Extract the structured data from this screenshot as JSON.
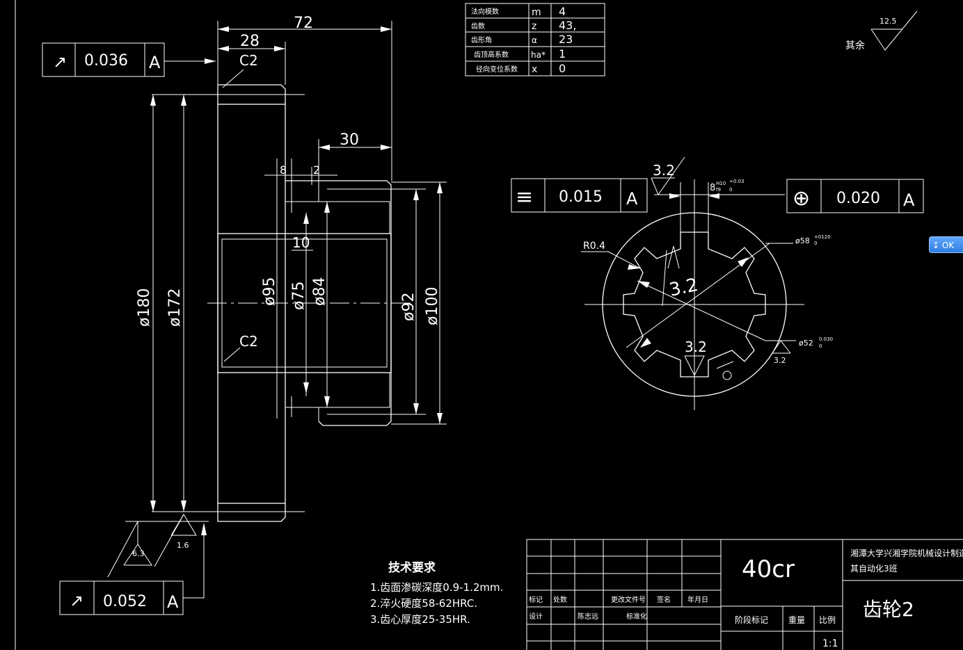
{
  "params_table": {
    "rows": [
      {
        "name": "法向模数",
        "sym": "m",
        "val": "4"
      },
      {
        "name": "齿数",
        "sym": "z",
        "val": "43,"
      },
      {
        "name": "齿形角",
        "sym": "α",
        "val": "23"
      },
      {
        "name": "齿顶高系数",
        "sym": "ha*",
        "val": "1"
      },
      {
        "name": "径向变位系数",
        "sym": "x",
        "val": "0"
      }
    ]
  },
  "roughness_note": {
    "label": "其余",
    "value": "12.5"
  },
  "dims": {
    "d72": "72",
    "d28": "28",
    "d30": "30",
    "d8": "8",
    "d2": "2",
    "d10": "10",
    "c2_top": "C2",
    "c2_mid": "C2",
    "dia180": "ø180",
    "dia172": "ø172",
    "dia95": "ø95",
    "dia75": "ø75",
    "dia84": "ø84",
    "dia92": "ø92",
    "dia100": "ø100"
  },
  "gtol_top": {
    "sym": "↗",
    "val": "0.036",
    "datum": "A"
  },
  "gtol_bottom": {
    "sym": "↗",
    "val": "0.052",
    "datum": "A"
  },
  "gtol_sym": {
    "sym": "≡",
    "val": "0.015",
    "datum": "A"
  },
  "gtol_pos": {
    "sym": "⊕",
    "val": "0.020",
    "datum": "A"
  },
  "rough_marks": {
    "r63": "6.3",
    "r16": "1.6",
    "r32a": "3.2",
    "r32b": "3.2",
    "r32c": "3.2",
    "r32d": "3.2"
  },
  "spline": {
    "r04": "R0.4",
    "d58": "ø58",
    "d58tol": "+0120",
    "d58zero": "0",
    "d52": "ø52",
    "d52tol": "0.030",
    "d52zero": "0",
    "width": "8",
    "width_fit": "H10",
    "width_fit2": "f9",
    "width_tol": "+0.03",
    "width_zero": "0"
  },
  "tech_req": {
    "title": "技术要求",
    "items": [
      "1.齿面渗碳深度0.9-1.2mm.",
      "2.淬火硬度58-62HRC.",
      "3.齿心厚度25-35HR."
    ]
  },
  "title_block": {
    "material": "40cr",
    "school": "湘潭大学兴湘学院机械设计制造及",
    "school2": "其自动化3班",
    "part_name": "齿轮2",
    "h_mark": "标记",
    "h_count": "处数",
    "h_doc": "更改文件号",
    "h_sign": "签名",
    "h_date": "年月日",
    "h_design": "设计",
    "h_designer": "陈志远",
    "h_std": "标准化",
    "h_stage": "阶段标记",
    "h_weight": "重量",
    "h_scale": "比例",
    "scale": "1:1"
  },
  "badge": {
    "label": "OK"
  }
}
